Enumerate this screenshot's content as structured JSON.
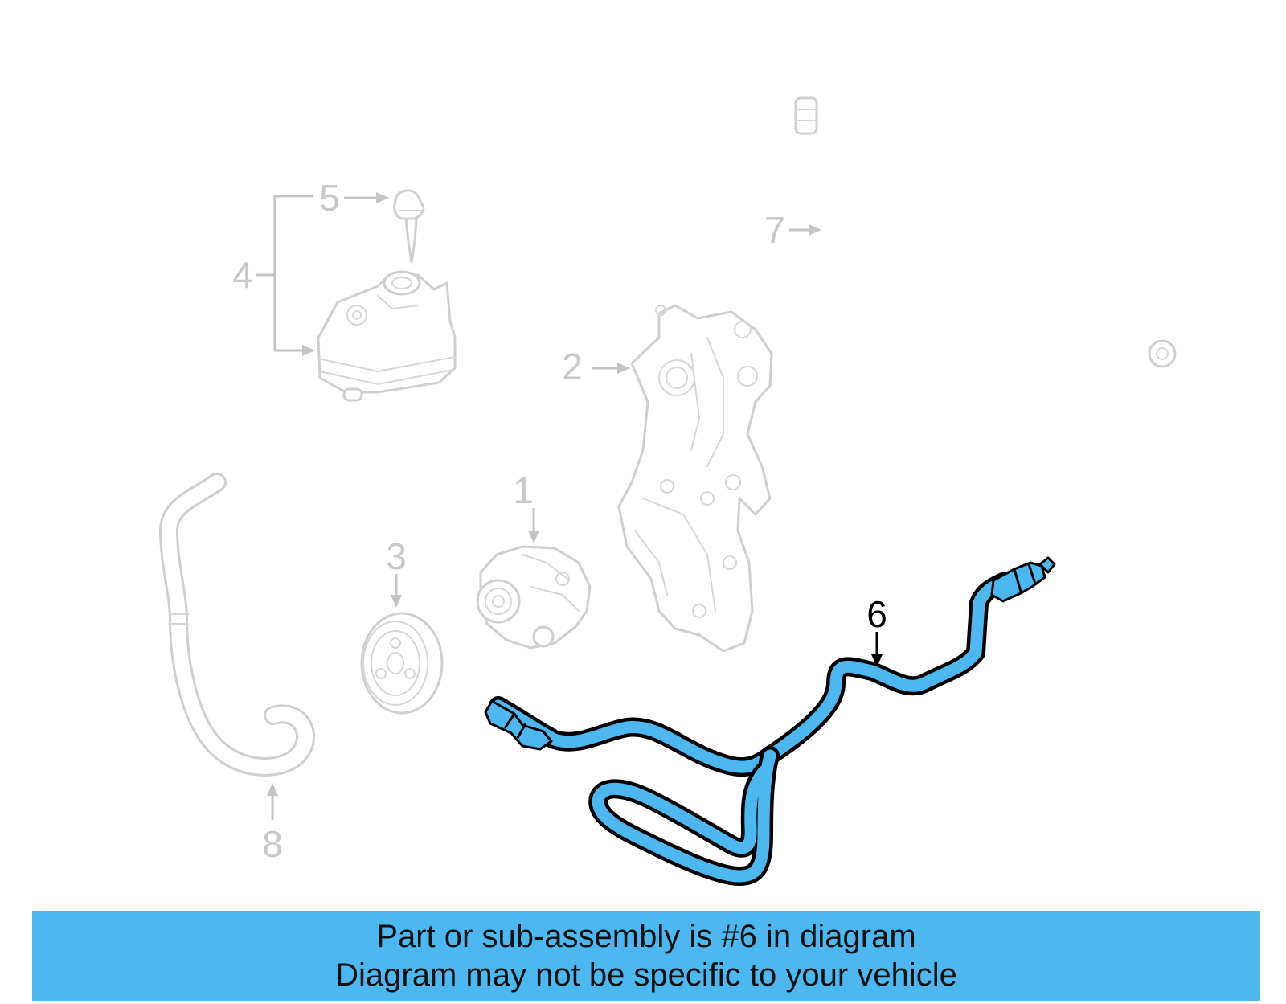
{
  "diagram": {
    "callouts": {
      "c1": "1",
      "c2": "2",
      "c3": "3",
      "c4": "4",
      "c5": "5",
      "c6": "6",
      "c7": "7",
      "c8": "8"
    },
    "highlighted_part": "6"
  },
  "colors": {
    "highlight": "#4db8f0",
    "ghost_part": "#cfcfcf",
    "banner_bg": "#4db8f0",
    "banner_text": "#111111"
  },
  "banner": {
    "line1": "Part or sub-assembly is #6 in diagram",
    "line2": "Diagram may not be specific to your vehicle"
  }
}
